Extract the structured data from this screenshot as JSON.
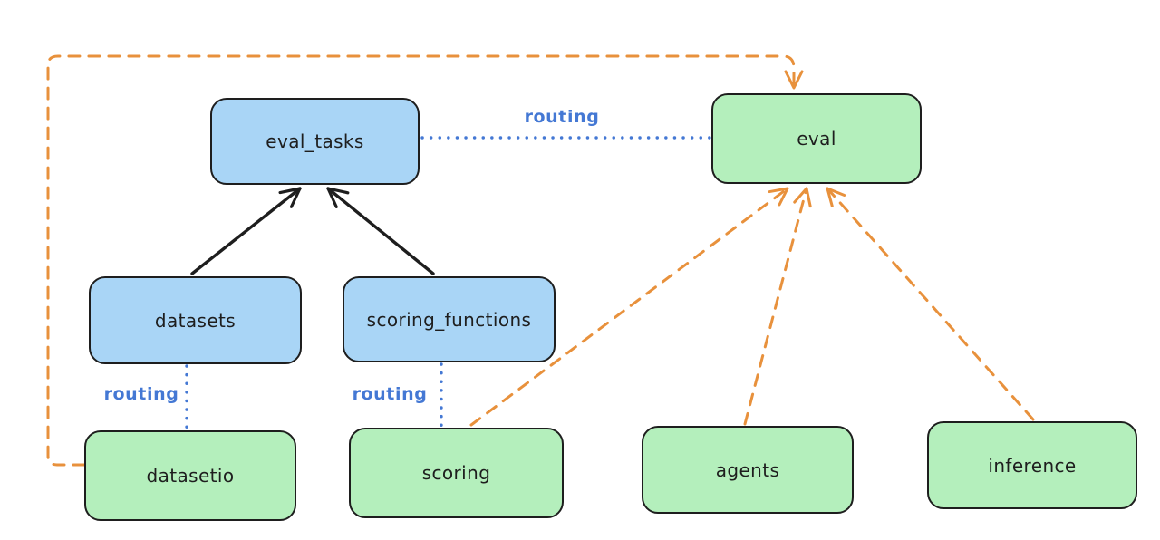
{
  "diagram": {
    "nodes": [
      {
        "id": "eval_tasks",
        "label": "eval_tasks",
        "color": "blue"
      },
      {
        "id": "eval",
        "label": "eval",
        "color": "green"
      },
      {
        "id": "datasets",
        "label": "datasets",
        "color": "blue"
      },
      {
        "id": "scoring_functions",
        "label": "scoring_functions",
        "color": "blue"
      },
      {
        "id": "datasetio",
        "label": "datasetio",
        "color": "green"
      },
      {
        "id": "scoring",
        "label": "scoring",
        "color": "green"
      },
      {
        "id": "agents",
        "label": "agents",
        "color": "green"
      },
      {
        "id": "inference",
        "label": "inference",
        "color": "green"
      }
    ],
    "edges": [
      {
        "from": "datasets",
        "to": "eval_tasks",
        "style": "solid",
        "color": "black",
        "arrow": true
      },
      {
        "from": "scoring_functions",
        "to": "eval_tasks",
        "style": "solid",
        "color": "black",
        "arrow": true
      },
      {
        "from": "eval_tasks",
        "to": "eval",
        "style": "dotted",
        "color": "blue",
        "label": "routing",
        "arrow": false
      },
      {
        "from": "datasets",
        "to": "datasetio",
        "style": "dotted",
        "color": "blue",
        "label": "routing",
        "arrow": false
      },
      {
        "from": "scoring_functions",
        "to": "scoring",
        "style": "dotted",
        "color": "blue",
        "label": "routing",
        "arrow": false
      },
      {
        "from": "scoring",
        "to": "eval",
        "style": "dashed",
        "color": "orange",
        "arrow": true
      },
      {
        "from": "agents",
        "to": "eval",
        "style": "dashed",
        "color": "orange",
        "arrow": true
      },
      {
        "from": "inference",
        "to": "eval",
        "style": "dashed",
        "color": "orange",
        "arrow": true
      },
      {
        "from": "datasetio",
        "to": "eval",
        "style": "dashed",
        "color": "orange",
        "arrow": true,
        "route": "left-and-over-top"
      }
    ],
    "edge_labels": [
      {
        "text": "routing"
      },
      {
        "text": "routing"
      },
      {
        "text": "routing"
      }
    ]
  },
  "colors": {
    "background": "#ffffff",
    "node_blue_fill": "#a9d5f6",
    "node_green_fill": "#b4efbc",
    "node_border": "#1e1e1e",
    "arrow_black": "#1e1e1e",
    "routing_blue": "#4478d4",
    "arrow_orange": "#e8913c"
  }
}
